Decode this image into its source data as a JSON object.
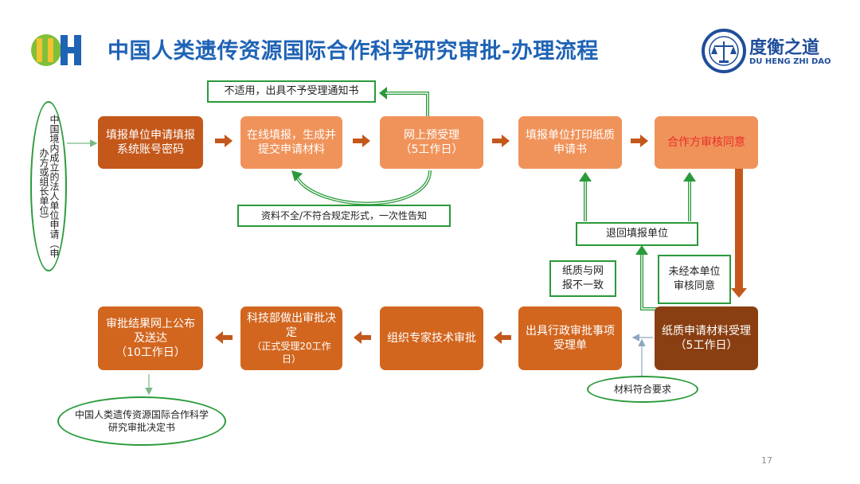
{
  "header": {
    "title": "中国人类遗传资源国际合作科学研究审批-办理流程",
    "brand_cn": "度衡之道",
    "brand_en": "DU HENG ZHI DAO"
  },
  "applicant_oval": "中国境内成立的法人单位申请（申办方或组长单位）",
  "steps": {
    "s1": "填报单位申请填报系统账号密码",
    "s2": "在线填报，生成并提交申请材料",
    "s3_main": "网上预受理",
    "s3_sub": "（5工作日）",
    "s4": "填报单位打印纸质申请书",
    "s5": "合作方审核同意",
    "s6_main": "纸质申请材料受理",
    "s6_sub": "（5工作日）",
    "s7": "出具行政审批事项受理单",
    "s8": "组织专家技术审批",
    "s9_main": "科技部做出审批决定",
    "s9_sub": "（正式受理20工作日）",
    "s10_main": "审批结果网上公布及送达",
    "s10_sub": "（10工作日）"
  },
  "notes": {
    "not_applicable": "不适用，出具不予受理通知书",
    "incomplete": "资料不全/不符合规定形式，一次性告知",
    "return_unit": "退回填报单位",
    "paper_mismatch": "纸质与网报不一致",
    "not_approved": "未经本单位审核同意",
    "materials_ok": "材料符合要求",
    "decision_doc": "中国人类遗传资源国际合作科学研究审批决定书"
  },
  "colors": {
    "title_blue": "#1f63b5",
    "dark_orange": "#c4581b",
    "light_orange": "#f0935a",
    "brown": "#8a3f12",
    "green": "#2a9a3a",
    "red_text": "#e8302a"
  },
  "icons": {
    "logo_left": "ohi-logo",
    "logo_right": "scales-seal-logo"
  },
  "page_number": "17"
}
